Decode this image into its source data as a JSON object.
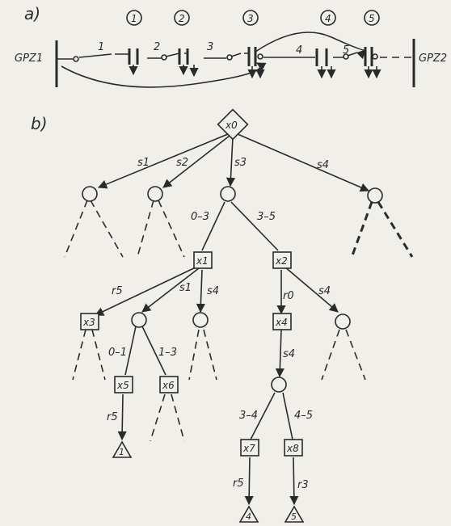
{
  "panel_a": {
    "label": "a)",
    "left_bus": "GPZ1",
    "right_bus": "GPZ2",
    "sections": [
      "1",
      "2",
      "3",
      "4",
      "5"
    ],
    "points": [
      "1",
      "2",
      "3",
      "4",
      "5"
    ]
  },
  "panel_b": {
    "label": "b)",
    "nodes": {
      "x0": "x0",
      "x1": "x1",
      "x2": "x2",
      "x3": "x3",
      "x4": "x4",
      "x5": "x5",
      "x6": "x6",
      "x7": "x7",
      "x8": "x8"
    },
    "edges": {
      "s1": "s1",
      "s2": "s2",
      "s3": "s3",
      "s4": "s4",
      "b03": "0–3",
      "b35": "3–5",
      "r5": "r5",
      "s1b": "s1",
      "s4b": "s4",
      "r0": "r0",
      "s4c": "s4",
      "s4d": "s4",
      "b01": "0–1",
      "b13": "1–3",
      "b34": "3–4",
      "b45": "4–5",
      "r5b": "r5",
      "r5c": "r5",
      "r3": "r3"
    },
    "leaves": {
      "t1": "1",
      "t4": "4",
      "t5": "5"
    }
  }
}
